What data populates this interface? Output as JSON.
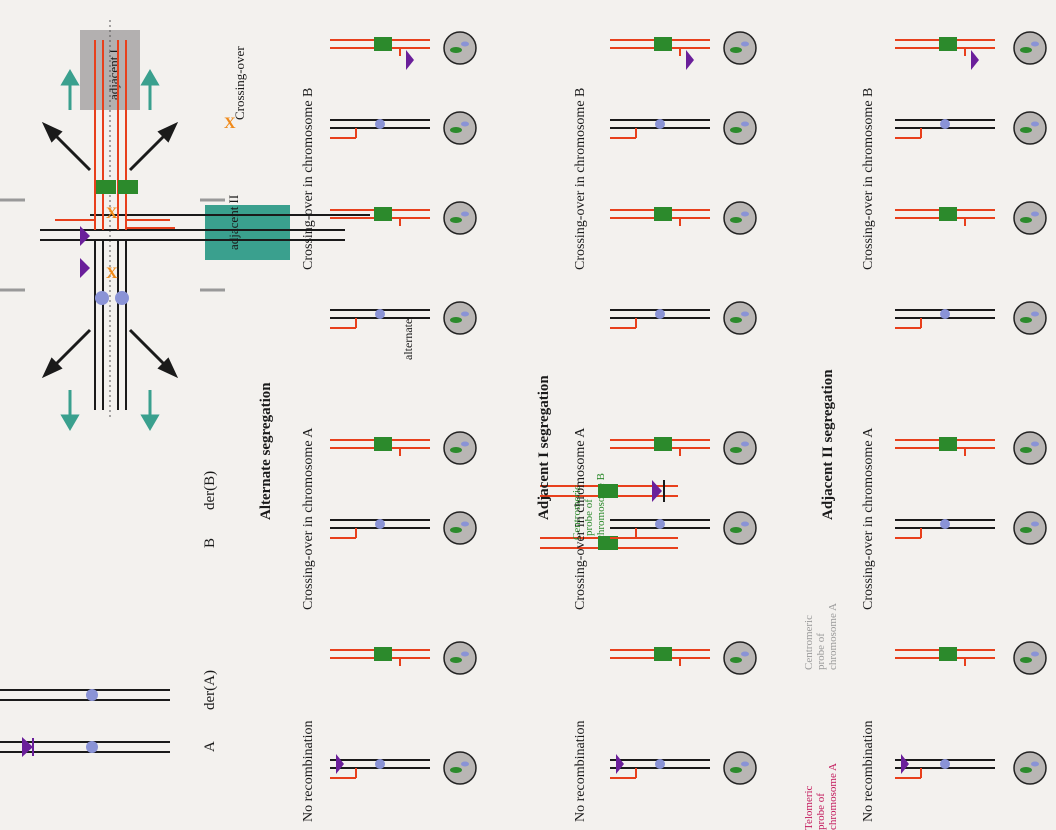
{
  "legend": {
    "telomeric_probe_a": [
      "Telomeric",
      "probe of",
      "chromosome A"
    ],
    "centromeric_probe_a": [
      "Centromeric",
      "probe of",
      "chromosome A"
    ],
    "centromeric_probe_b": [
      "Centromeric",
      "probe of",
      "chromosome B"
    ],
    "chrom_labels": [
      "A",
      "der(A)",
      "B",
      "der(B)"
    ]
  },
  "top_diagram": {
    "label_alternate": "alternate",
    "label_adjacent1": "adjacent I",
    "label_adjacent2": "adjacent II",
    "label_crossover": "Crossing-over"
  },
  "sections": [
    {
      "title": "Alternate segregation",
      "no_recomb": "No recombination",
      "co_a": "Crossing-over in chromosome A",
      "co_b": "Crossing-over in chromosome B"
    },
    {
      "title": "Adjacent I segregation",
      "no_recomb": "No recombination",
      "co_a": "Crossing-over in chromosome A",
      "co_b": "Crossing-over in chromosome B"
    },
    {
      "title": "Adjacent II segregation",
      "no_recomb": "No recombination",
      "co_a": "Crossing-over in chromosome A",
      "co_b": "Crossing-over in chromosome B"
    }
  ],
  "colors": {
    "black_chromosome": "#1a1a1a",
    "red_chromosome": "#e8401c",
    "centromere_blue": "#8a93d6",
    "centromere_green": "#2c8a2c",
    "telomere_purple": "#6a1f9a",
    "adjacent_I_gray": "#b3b0b0",
    "adjacent_II_teal": "#3aa08e",
    "crossover_orange": "#f08a1a",
    "nucleus_gray": "#9a9a9a",
    "background": "#f3f1ee"
  }
}
